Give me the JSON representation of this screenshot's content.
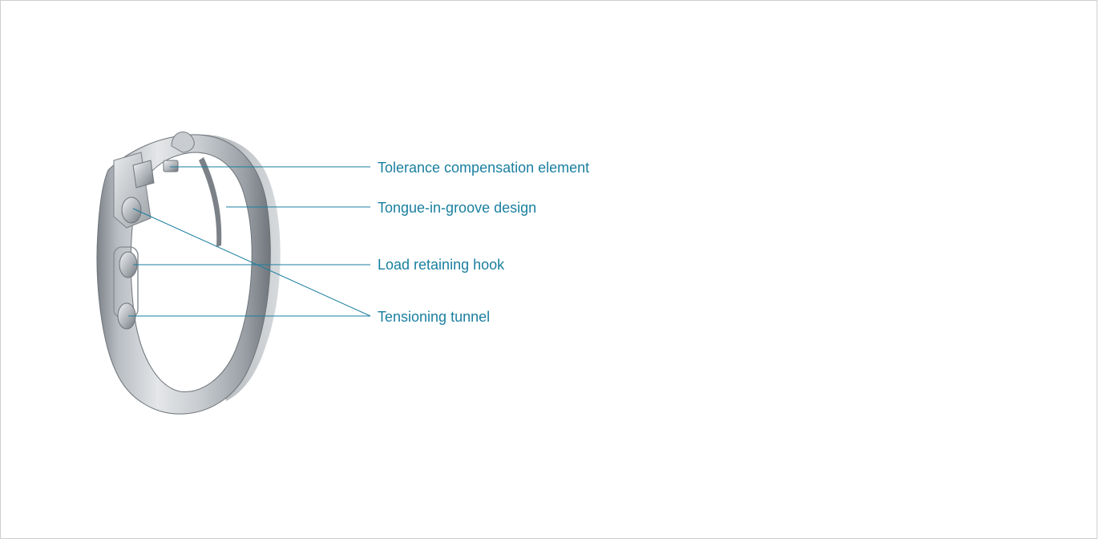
{
  "figure": {
    "object": "stainless steel band clamp",
    "line_color": "#1a7fa0",
    "labels": [
      "Tolerance compensation element",
      "Tongue-in-groove design",
      "Load retaining hook",
      "Tensioning tunnel"
    ]
  }
}
